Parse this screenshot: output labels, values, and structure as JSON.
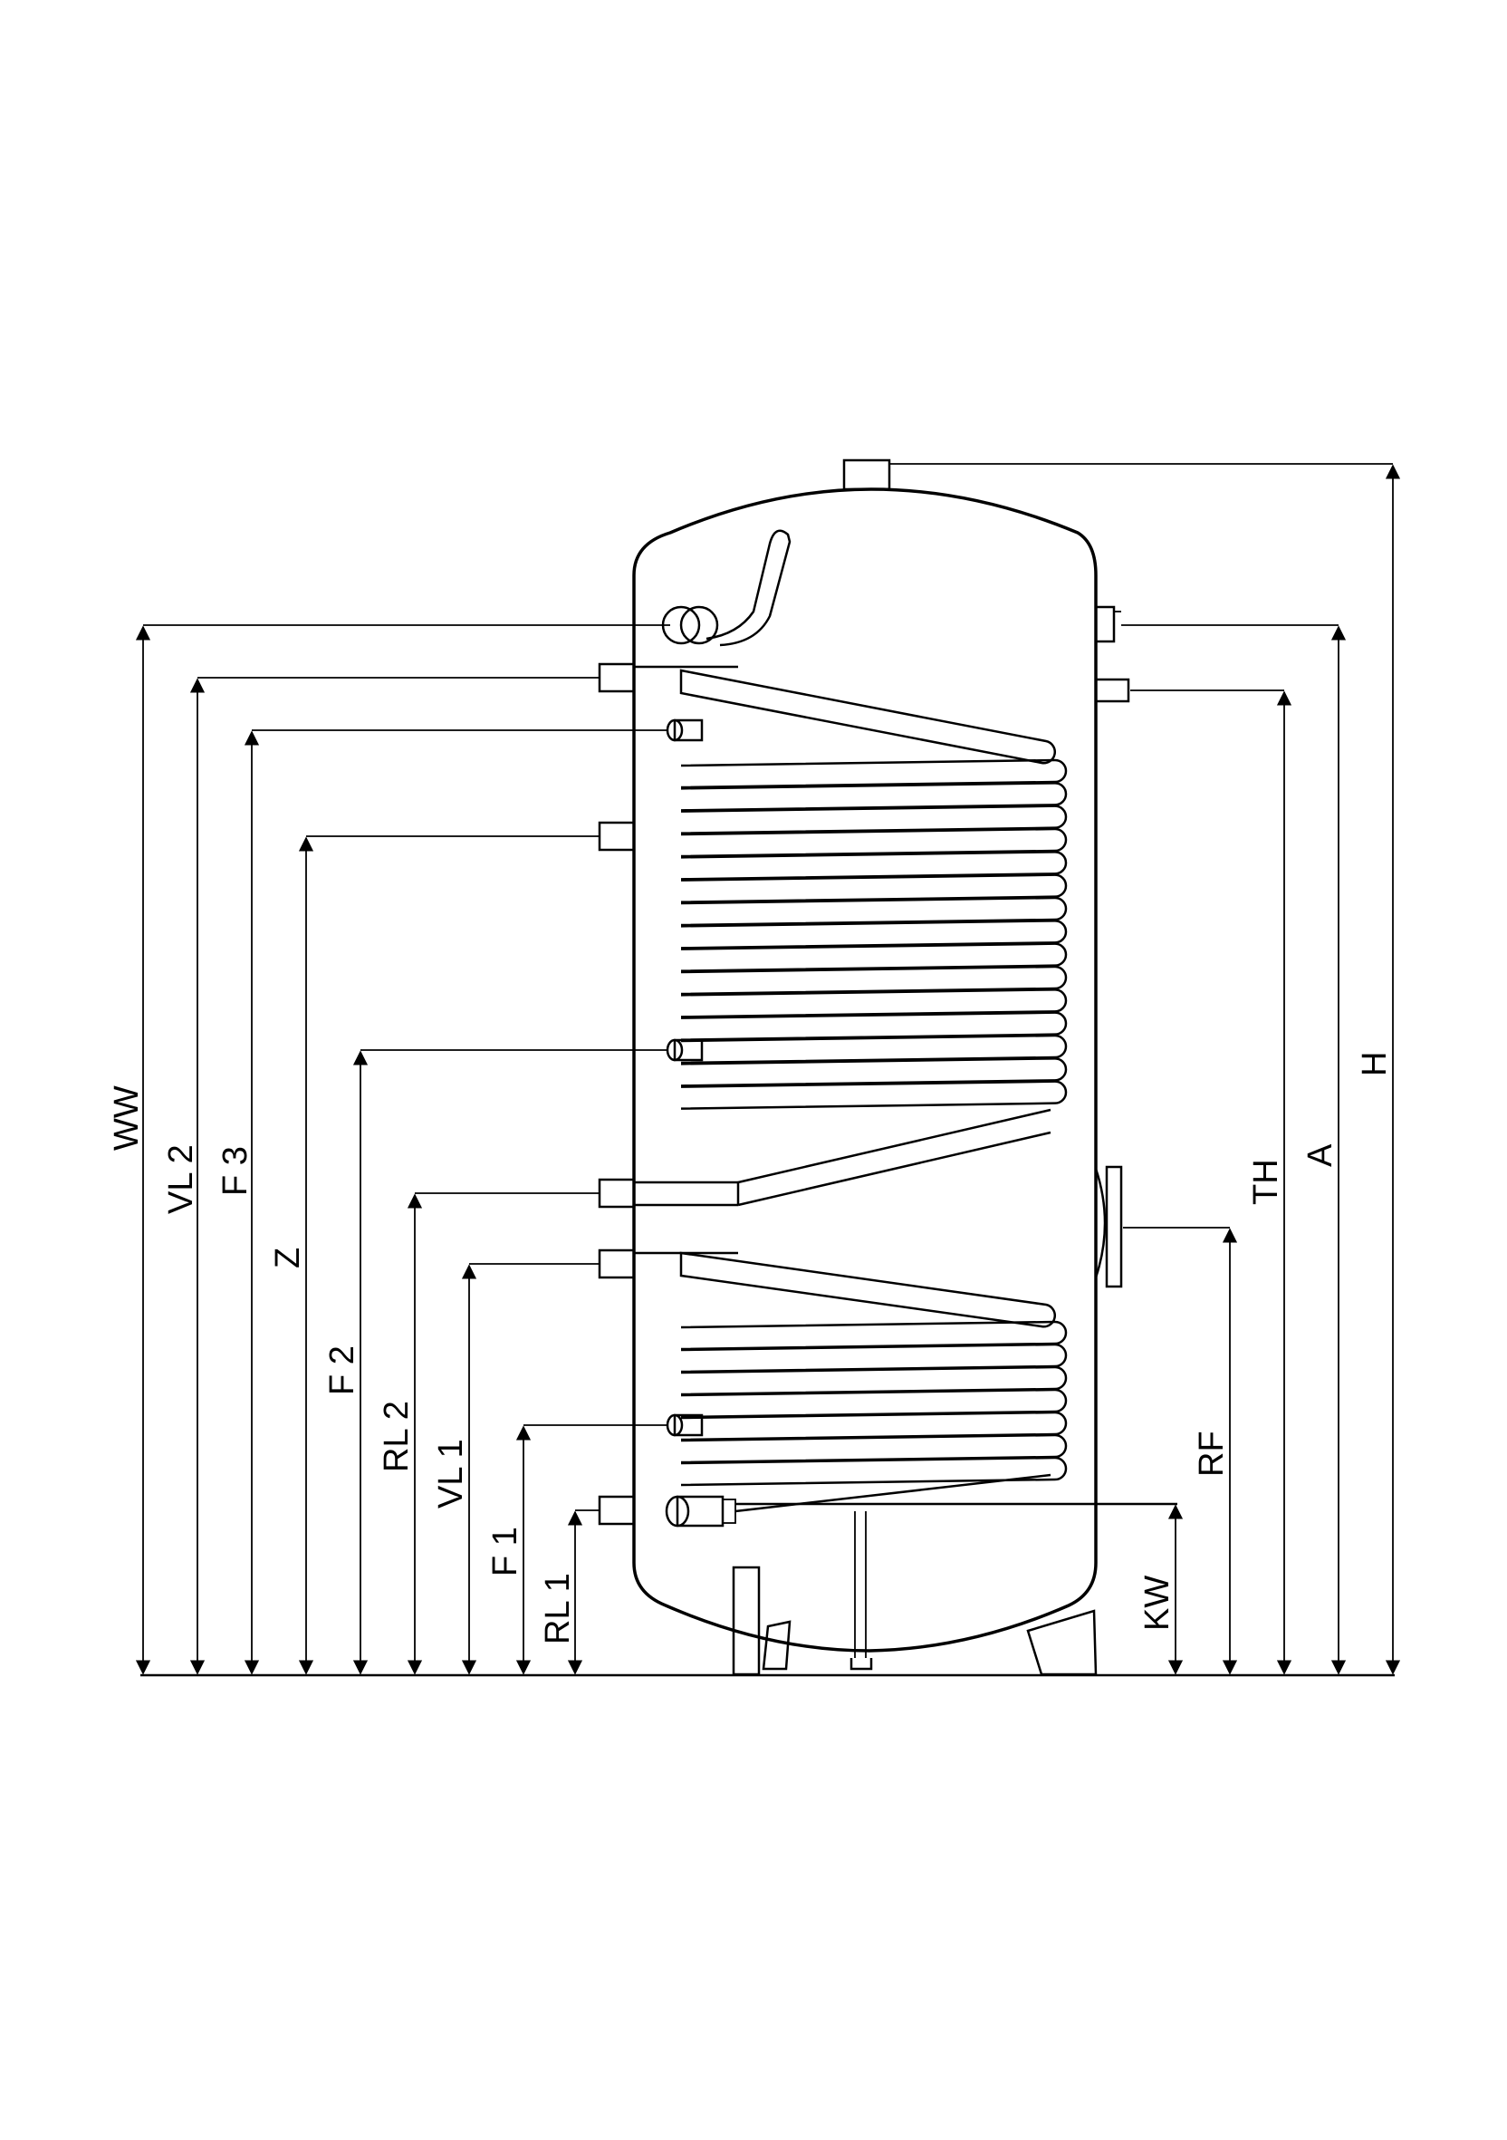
{
  "diagram": {
    "labels_left": [
      "WW",
      "VL 2",
      "F 3",
      "Z",
      "F 2",
      "RL 2",
      "VL 1",
      "F 1",
      "RL 1"
    ],
    "labels_right": [
      "KW",
      "RF",
      "TH",
      "A",
      "H"
    ]
  },
  "colors": {
    "line": "#000000",
    "background": "#ffffff"
  }
}
